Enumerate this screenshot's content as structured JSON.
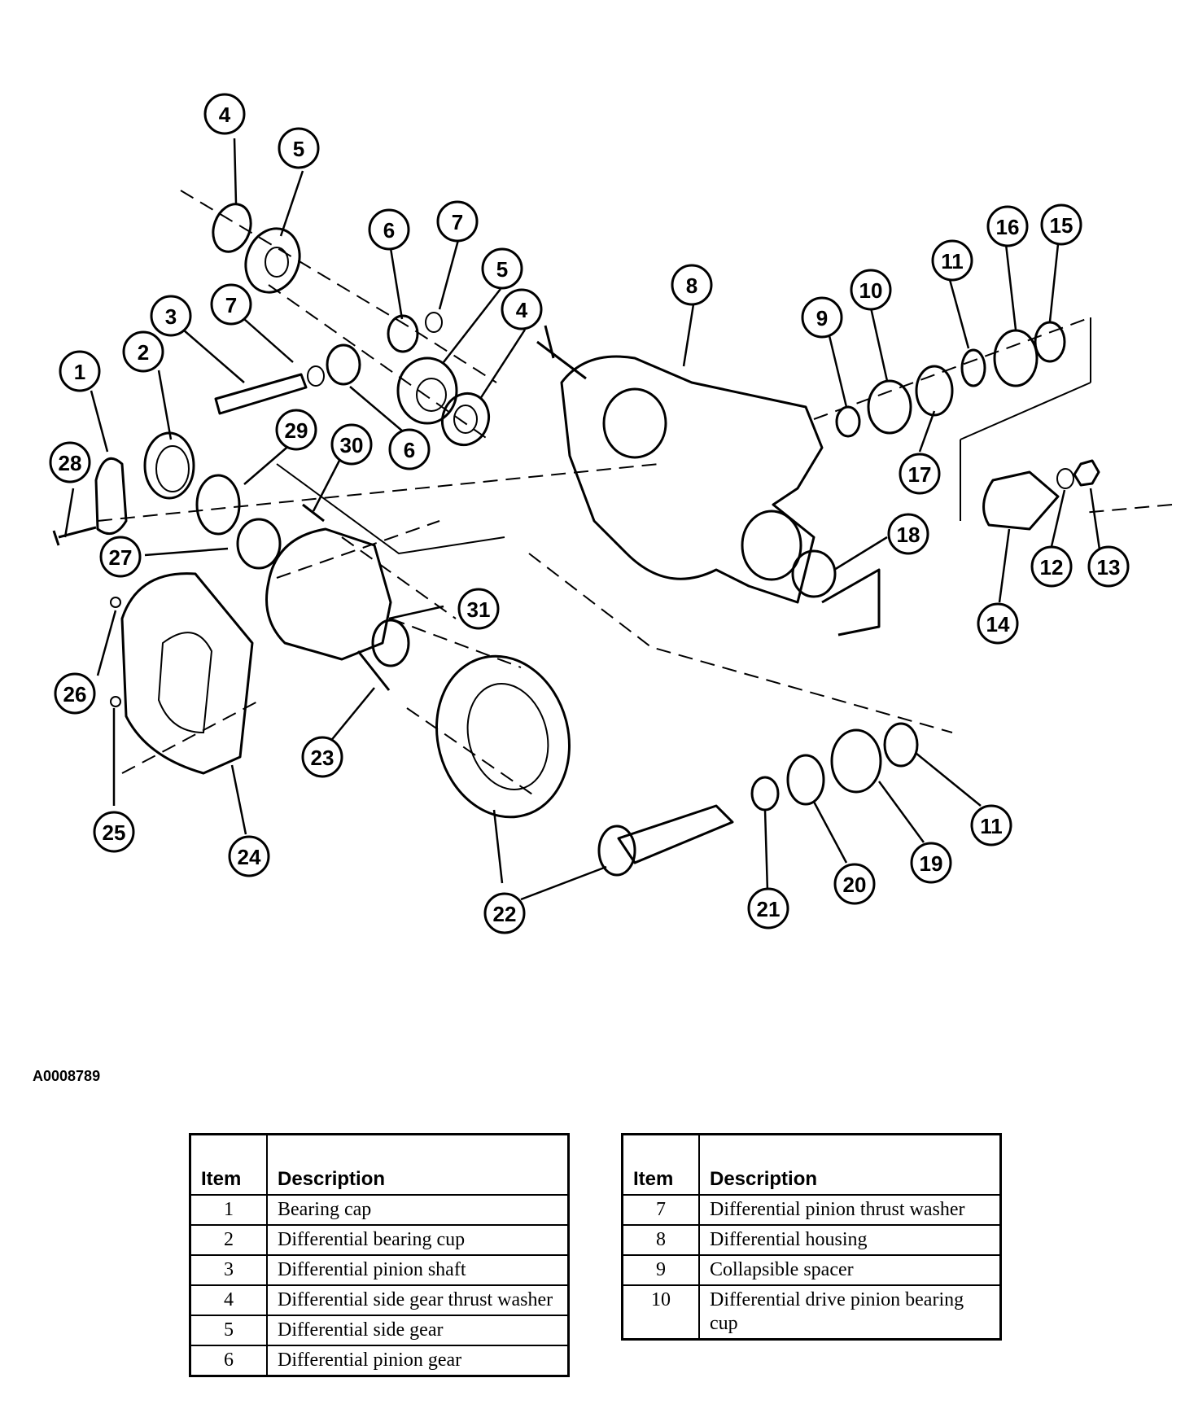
{
  "figure_id": "A0008789",
  "callouts": [
    "1",
    "2",
    "3",
    "4",
    "4",
    "5",
    "5",
    "6",
    "6",
    "6",
    "7",
    "7",
    "8",
    "9",
    "10",
    "11",
    "11",
    "12",
    "13",
    "14",
    "15",
    "16",
    "17",
    "18",
    "19",
    "20",
    "21",
    "22",
    "22",
    "23",
    "24",
    "25",
    "26",
    "27",
    "28",
    "29",
    "30",
    "31"
  ],
  "table_left": {
    "header_item": "Item",
    "header_desc": "Description",
    "rows": [
      {
        "item": "1",
        "desc": "Bearing cap"
      },
      {
        "item": "2",
        "desc": "Differential bearing cup"
      },
      {
        "item": "3",
        "desc": "Differential pinion shaft"
      },
      {
        "item": "4",
        "desc": "Differential side gear thrust washer"
      },
      {
        "item": "5",
        "desc": "Differential side gear"
      },
      {
        "item": "6",
        "desc": "Differential pinion gear"
      }
    ]
  },
  "table_right": {
    "header_item": "Item",
    "header_desc": "Description",
    "rows": [
      {
        "item": "7",
        "desc": "Differential pinion thrust washer"
      },
      {
        "item": "8",
        "desc": "Differential housing"
      },
      {
        "item": "9",
        "desc": "Collapsible spacer"
      },
      {
        "item": "10",
        "desc": "Differential drive pinion bearing cup"
      }
    ]
  }
}
